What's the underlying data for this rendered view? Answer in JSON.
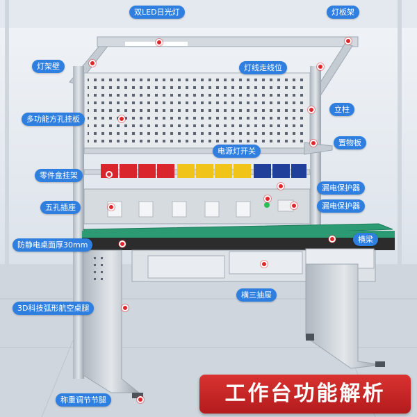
{
  "banner": {
    "title": "工作台功能解析"
  },
  "labels": {
    "led_light": "双LED日光灯",
    "lamp_board_frame": "灯板架",
    "lamp_frame_wall": "灯架壁",
    "lamp_wire_route": "灯线走线位",
    "pegboard": "多功能方孔挂板",
    "column": "立柱",
    "power_switch": "电源灯开关",
    "shelf_board": "置物板",
    "parts_bin_rack": "零件盒挂架",
    "leakage_protector_1": "漏电保护器",
    "five_hole_socket": "五孔插座",
    "leakage_protector_2": "漏电保护器",
    "antistatic_top": "防静电桌面厚30mm",
    "crossbeam": "横梁",
    "three_drawers": "横三抽屉",
    "desk_leg": "3D科技弧形航空桌腿",
    "leveling_foot": "称重调节节腿"
  },
  "colors": {
    "label_bg": "#2f7fe0",
    "marker": "#e0252b",
    "banner_bg": "#c8272a",
    "desk_top": "#2c9a72",
    "bin_red": "#d9252b",
    "bin_yellow": "#f0c419",
    "bin_blue": "#1f3f9a",
    "frame": "#c9cfd6"
  }
}
